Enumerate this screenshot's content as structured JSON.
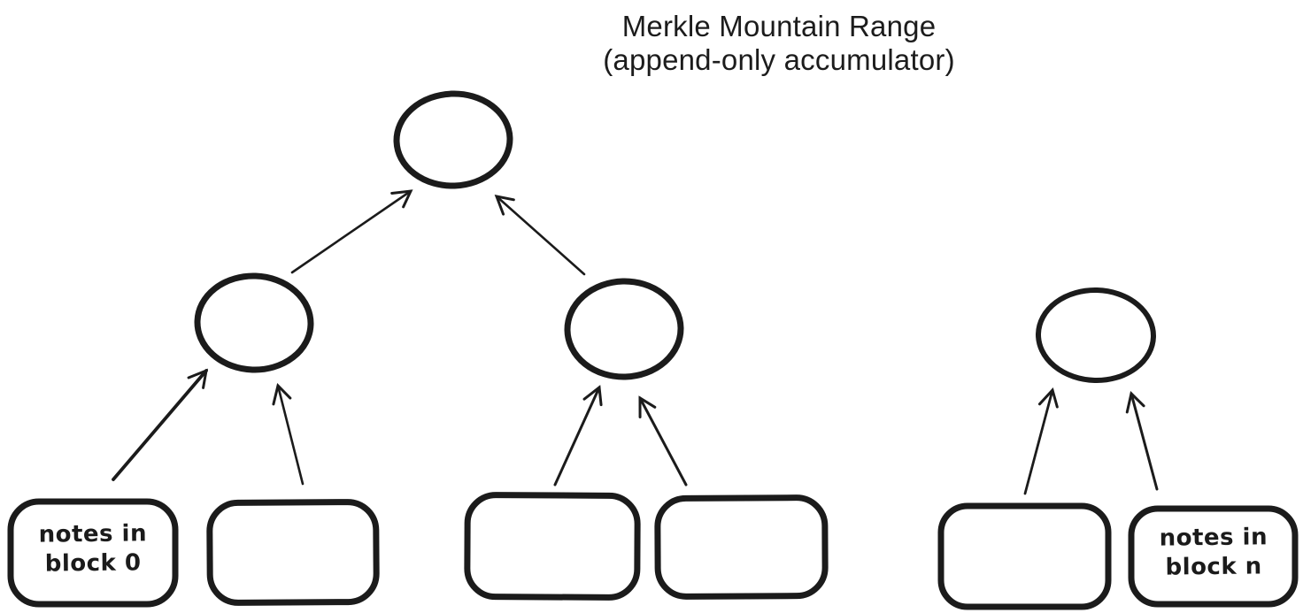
{
  "title": {
    "line1": "Merkle Mountain Range",
    "line2": "(append-only accumulator)"
  },
  "leaves": {
    "first_label": "notes in\nblock 0",
    "last_label": "notes in\nblock n"
  },
  "colors": {
    "ink": "#1b1b1b",
    "background": "#ffffff"
  }
}
